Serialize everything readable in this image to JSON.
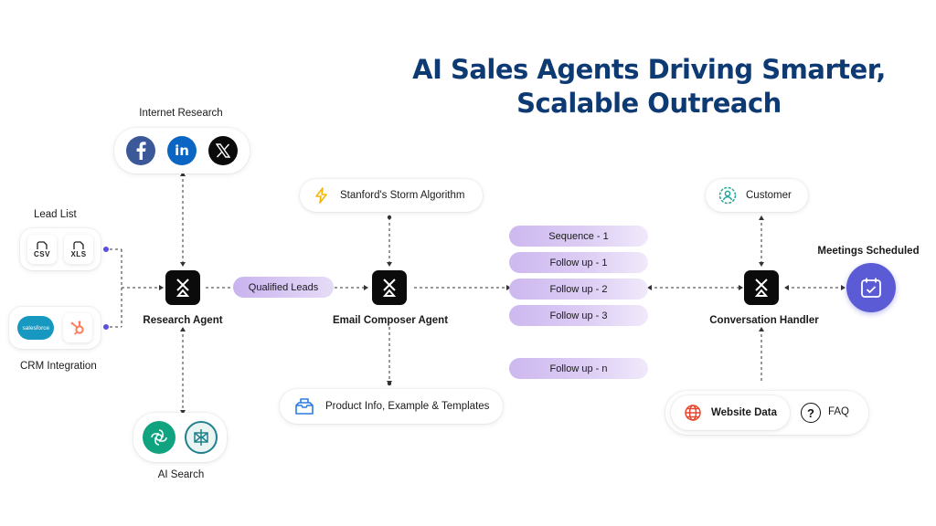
{
  "title": "AI Sales Agents Driving Smarter, Scalable Outreach",
  "inputs": {
    "internet_research": {
      "label": "Internet Research",
      "icons": [
        "facebook-icon",
        "linkedin-icon",
        "x-icon"
      ],
      "linkedin_text": "in"
    },
    "lead_list": {
      "label": "Lead List",
      "files": [
        "CSV",
        "XLS"
      ]
    },
    "crm": {
      "label": "CRM Integration",
      "salesforce_text": "salesforce"
    },
    "ai_search": {
      "label": "AI Search",
      "icons": [
        "openai-icon",
        "perplexity-icon"
      ]
    }
  },
  "agents": {
    "research": "Research Agent",
    "email_composer": "Email Composer Agent",
    "conversation": "Conversation Handler"
  },
  "qualified_leads": "Qualified Leads",
  "storm": "Stanford's Storm Algorithm",
  "product_info": "Product Info, Example & Templates",
  "sequences": [
    "Sequence - 1",
    "Follow up - 1",
    "Follow up - 2",
    "Follow up - 3",
    "Follow up - n"
  ],
  "customer": "Customer",
  "meetings": "Meetings Scheduled",
  "website_data": "Website Data",
  "faq": "FAQ",
  "faq_symbol": "?",
  "colors": {
    "title": "#0d3a73",
    "agent": "#0b0b0b",
    "meeting": "#5b5bd6",
    "sequence": "#cdb8f0",
    "dot": "#5b4fe0"
  }
}
